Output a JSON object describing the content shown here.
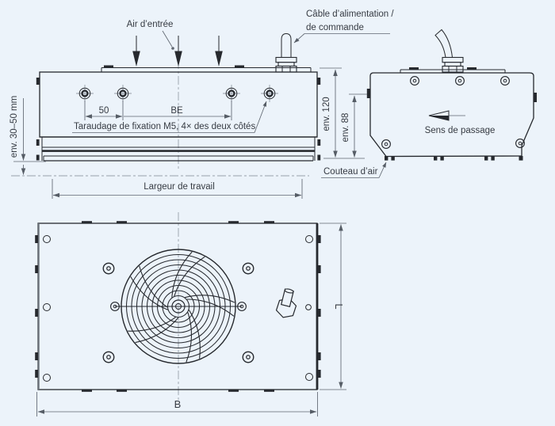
{
  "diagram_type": "technical-drawing-air-knife-blower",
  "colors": {
    "background": "#ecf3fa",
    "outline": "#26292e",
    "dimension": "#5f6670",
    "centerline": "#98a0aa",
    "text": "#363b43"
  },
  "front_view": {
    "air_inlet_label": "Air d’entrée",
    "cable_label_line1": "Câble d’alimentation /",
    "cable_label_line2": "de commande",
    "working_distance_label": "env. 30–50 mm",
    "hole_pitch_label": "50",
    "nozzle_width_label": "BE",
    "mounting_note": "Taraudage de fixation M5, 4× des deux côtés",
    "working_width_label": "Largeur de travail",
    "overall_height_label": "env. 120"
  },
  "side_view": {
    "housing_height_label": "env. 88",
    "travel_direction_label": "Sens de passage",
    "air_knife_label": "Couteau d’air"
  },
  "bottom_view": {
    "length_label": "L",
    "width_label": "B"
  }
}
